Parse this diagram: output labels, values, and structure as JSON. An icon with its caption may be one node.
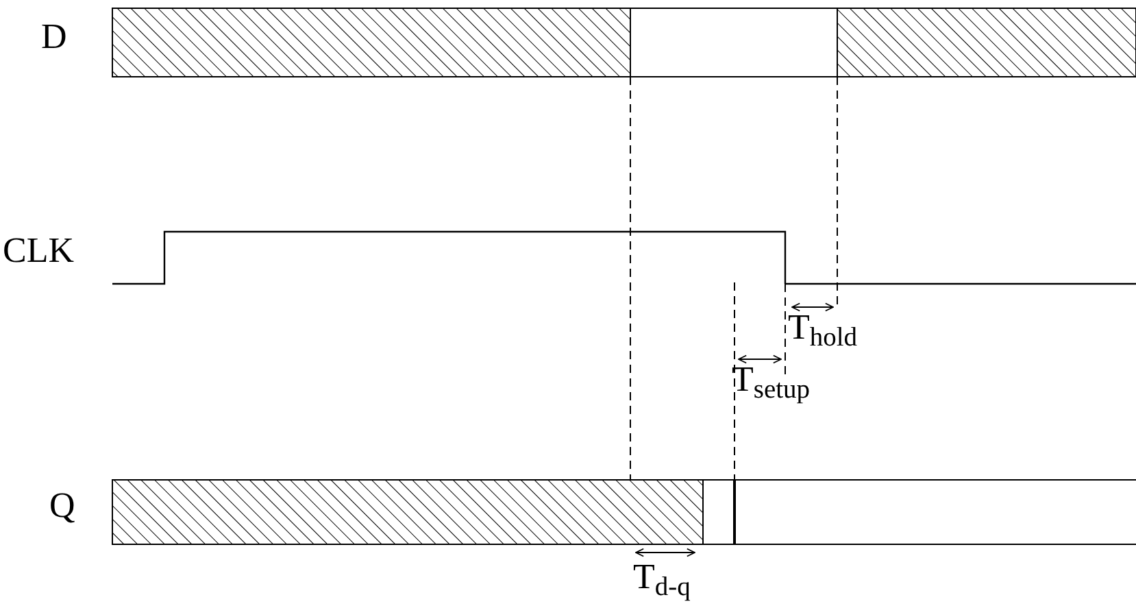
{
  "diagram": {
    "labels": [
      "D",
      "CLK",
      "Q",
      "T$_{hold}$",
      "T$_{setup}$",
      "T$_{d-q}$"
    ]
  }
}
